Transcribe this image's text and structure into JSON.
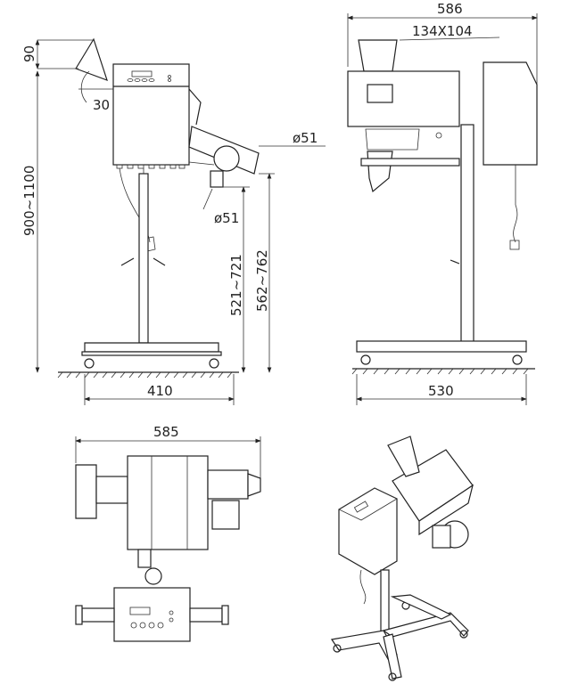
{
  "side_view": {
    "hopper_height": "90",
    "hopper_angle": "30",
    "outlet_diameter": "ø51",
    "inlet_diameter": "ø51",
    "total_height": "900~1100",
    "outlet_height_low": "521~721",
    "outlet_height_high": "562~762",
    "base_width": "410"
  },
  "front_view": {
    "overall_width": "586",
    "hopper_opening": "134X104",
    "base_width": "530"
  },
  "top_view": {
    "overall_length": "585"
  }
}
